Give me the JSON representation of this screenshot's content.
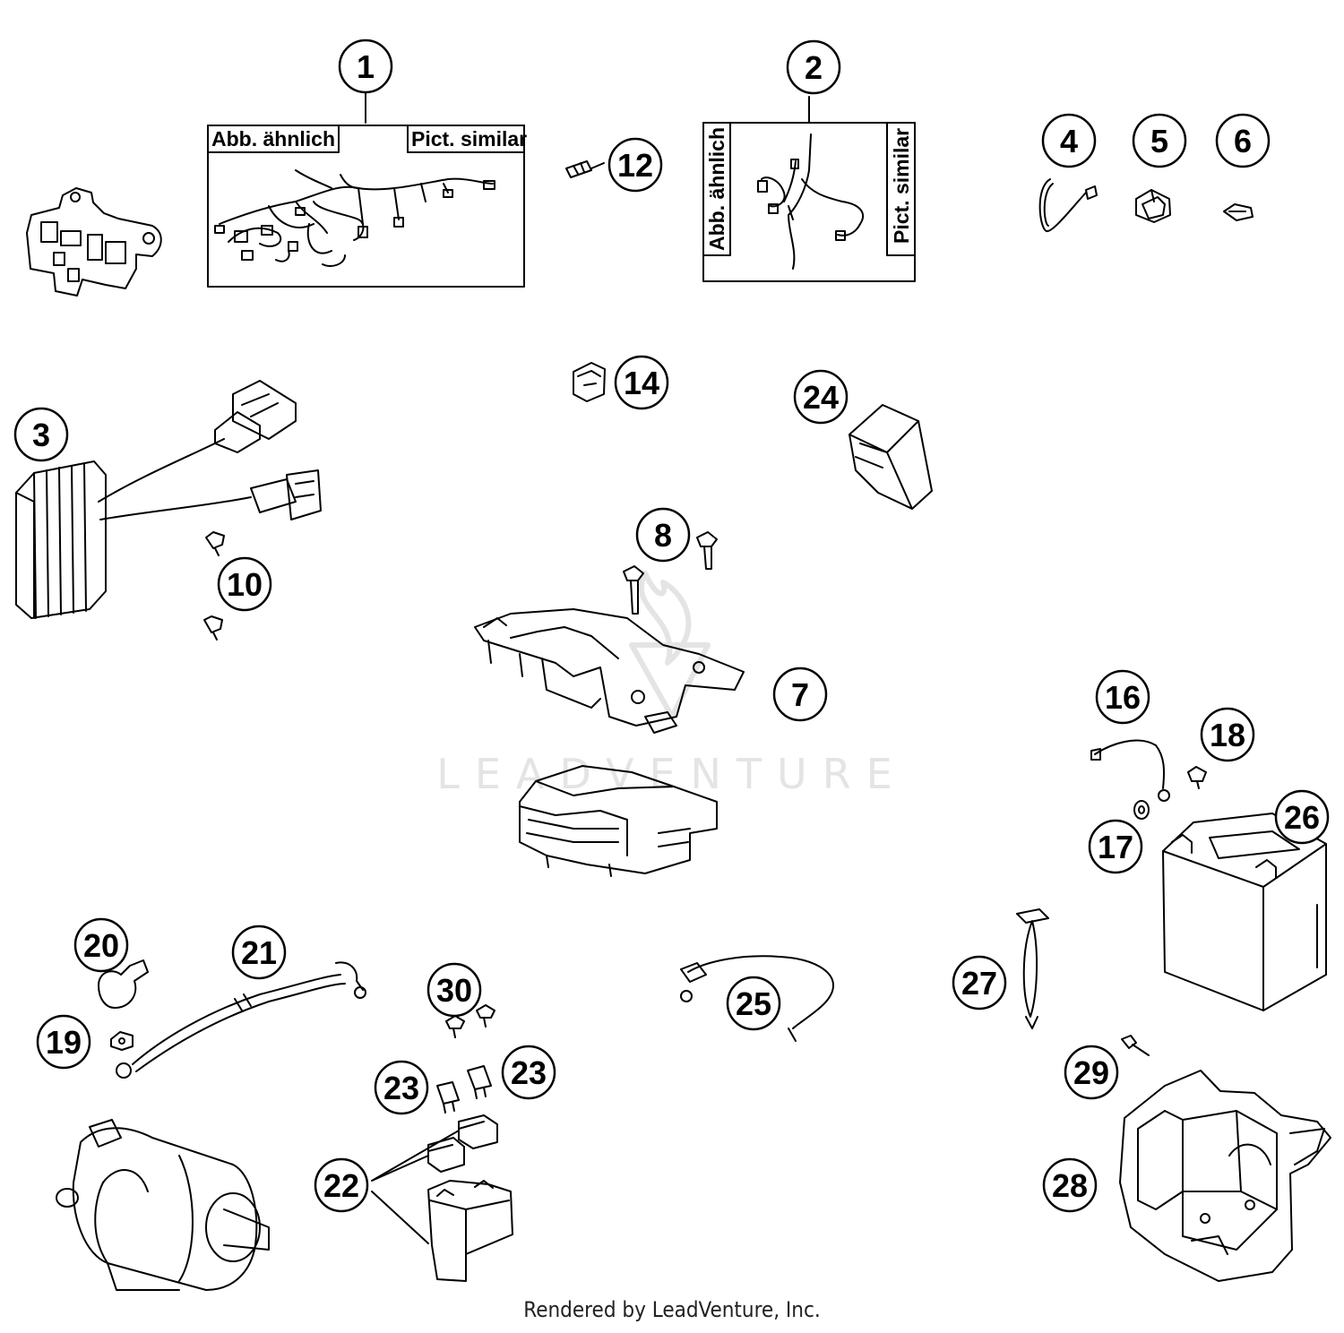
{
  "diagram": {
    "callouts": [
      {
        "id": "c1",
        "label": "1"
      },
      {
        "id": "c2",
        "label": "2"
      },
      {
        "id": "c3",
        "label": "3"
      },
      {
        "id": "c4",
        "label": "4"
      },
      {
        "id": "c5",
        "label": "5"
      },
      {
        "id": "c6",
        "label": "6"
      },
      {
        "id": "c7",
        "label": "7"
      },
      {
        "id": "c8",
        "label": "8"
      },
      {
        "id": "c10",
        "label": "10"
      },
      {
        "id": "c12",
        "label": "12"
      },
      {
        "id": "c14",
        "label": "14"
      },
      {
        "id": "c16",
        "label": "16"
      },
      {
        "id": "c17",
        "label": "17"
      },
      {
        "id": "c18",
        "label": "18"
      },
      {
        "id": "c19",
        "label": "19"
      },
      {
        "id": "c20",
        "label": "20"
      },
      {
        "id": "c21",
        "label": "21"
      },
      {
        "id": "c22",
        "label": "22"
      },
      {
        "id": "c23a",
        "label": "23"
      },
      {
        "id": "c23b",
        "label": "23"
      },
      {
        "id": "c24",
        "label": "24"
      },
      {
        "id": "c25",
        "label": "25"
      },
      {
        "id": "c26",
        "label": "26"
      },
      {
        "id": "c27",
        "label": "27"
      },
      {
        "id": "c28",
        "label": "28"
      },
      {
        "id": "c29",
        "label": "29"
      },
      {
        "id": "c30",
        "label": "30"
      }
    ],
    "frame1": {
      "label_left": "Abb. ähnlich",
      "label_right": "Pict. similar"
    },
    "frame2": {
      "label_left": "Abb. ähnlich",
      "label_right": "Pict. similar"
    },
    "watermark": "LEADVENTURE",
    "credit": "Rendered by LeadVenture, Inc."
  },
  "colors": {
    "ink": "#000000",
    "watermark": "#e6e6e6",
    "background": "#ffffff"
  }
}
